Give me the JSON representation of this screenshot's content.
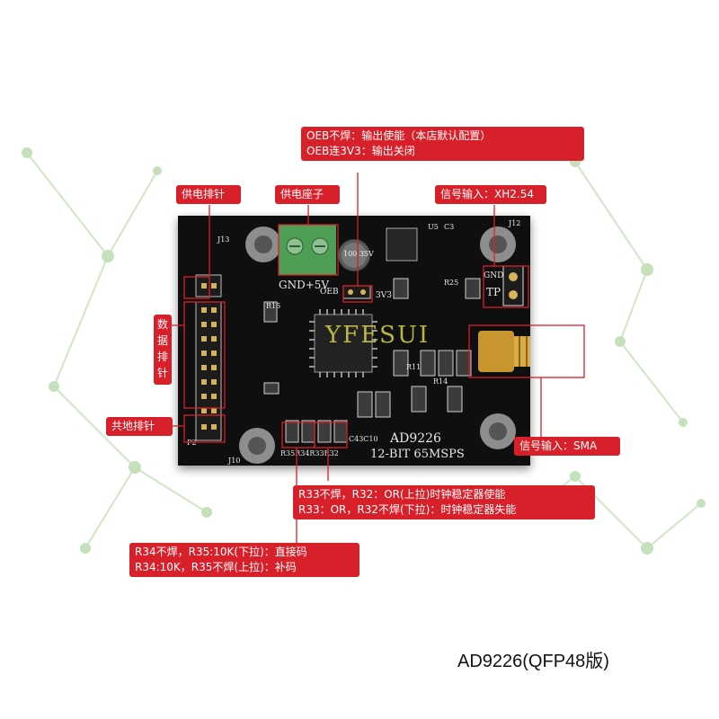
{
  "callouts": {
    "power_header": "供电排针",
    "power_terminal": "供电座子",
    "oeb": [
      "OEB不焊：输出使能（本店默认配置）",
      "OEB连3V3：输出关闭"
    ],
    "signal_xh": "信号输入：XH2.54",
    "data_header": "数据排针",
    "gnd_header": "共地排针",
    "signal_sma": "信号输入：SMA",
    "clock": [
      "R33不焊，R32：OR(上拉)时钟稳定器使能",
      "R33：OR，R32不焊(下拉)：时钟稳定器失能"
    ],
    "format": [
      "R34不焊，R35:10K(下拉)：直接码",
      "R34:10K，R35不焊(上拉)：补码"
    ]
  },
  "board_silk": {
    "chip": "AD9226",
    "spec": "12-BIT 65MSPS",
    "gnd5v": "GND+5V",
    "oeb": "OEB",
    "v33": "3V3",
    "gnd": "GND",
    "tp": "TP",
    "j13": "J13",
    "j12": "J12",
    "j10": "J10",
    "p2": "P2",
    "u5": "U5",
    "c3": "C3",
    "r15": "R15",
    "r25": "R25",
    "r11": "R11",
    "r14": "R14",
    "r35r34r33r32": "R35R34R33R32",
    "c43c10": "C43C10",
    "cap": "100 35V"
  },
  "watermark": "YFESUI",
  "footer": "AD9226(QFP48版)",
  "colors": {
    "callout_red": "#d8202a",
    "board_black": "#0f0f0f",
    "terminal_green": "#4f9e56",
    "sma_gold": "#c8962e"
  }
}
